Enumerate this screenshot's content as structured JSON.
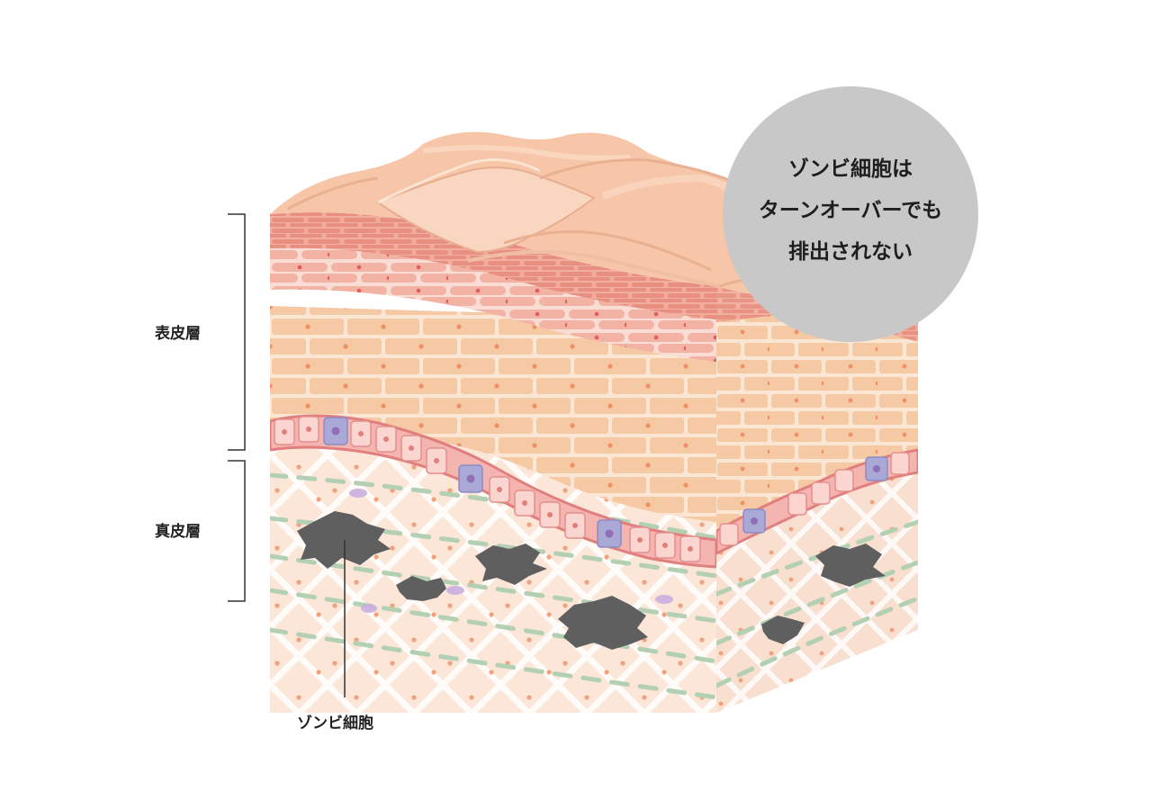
{
  "labels": {
    "epidermis": "表皮層",
    "dermis": "真皮層",
    "zombie_cell": "ゾンビ細胞"
  },
  "callout": {
    "lines": [
      "ゾンビ細胞は",
      "ターンオーバーでも",
      "排出されない"
    ]
  },
  "colors": {
    "bubble": "#c8c8c8",
    "zombie_cell": "#5f5f5f",
    "surface": "#f6c9ad",
    "stratum_corneum": "#eea092",
    "granular": "#f3b8a8",
    "spinous": "#f6cba6",
    "basal": "#f1a4a0",
    "melanocyte": "#a9a7d0",
    "dermis": "#fbe4d6",
    "fiber": "#b7d1b5"
  },
  "icons": [
    "zombie-cell-icon",
    "skin-block-icon"
  ]
}
